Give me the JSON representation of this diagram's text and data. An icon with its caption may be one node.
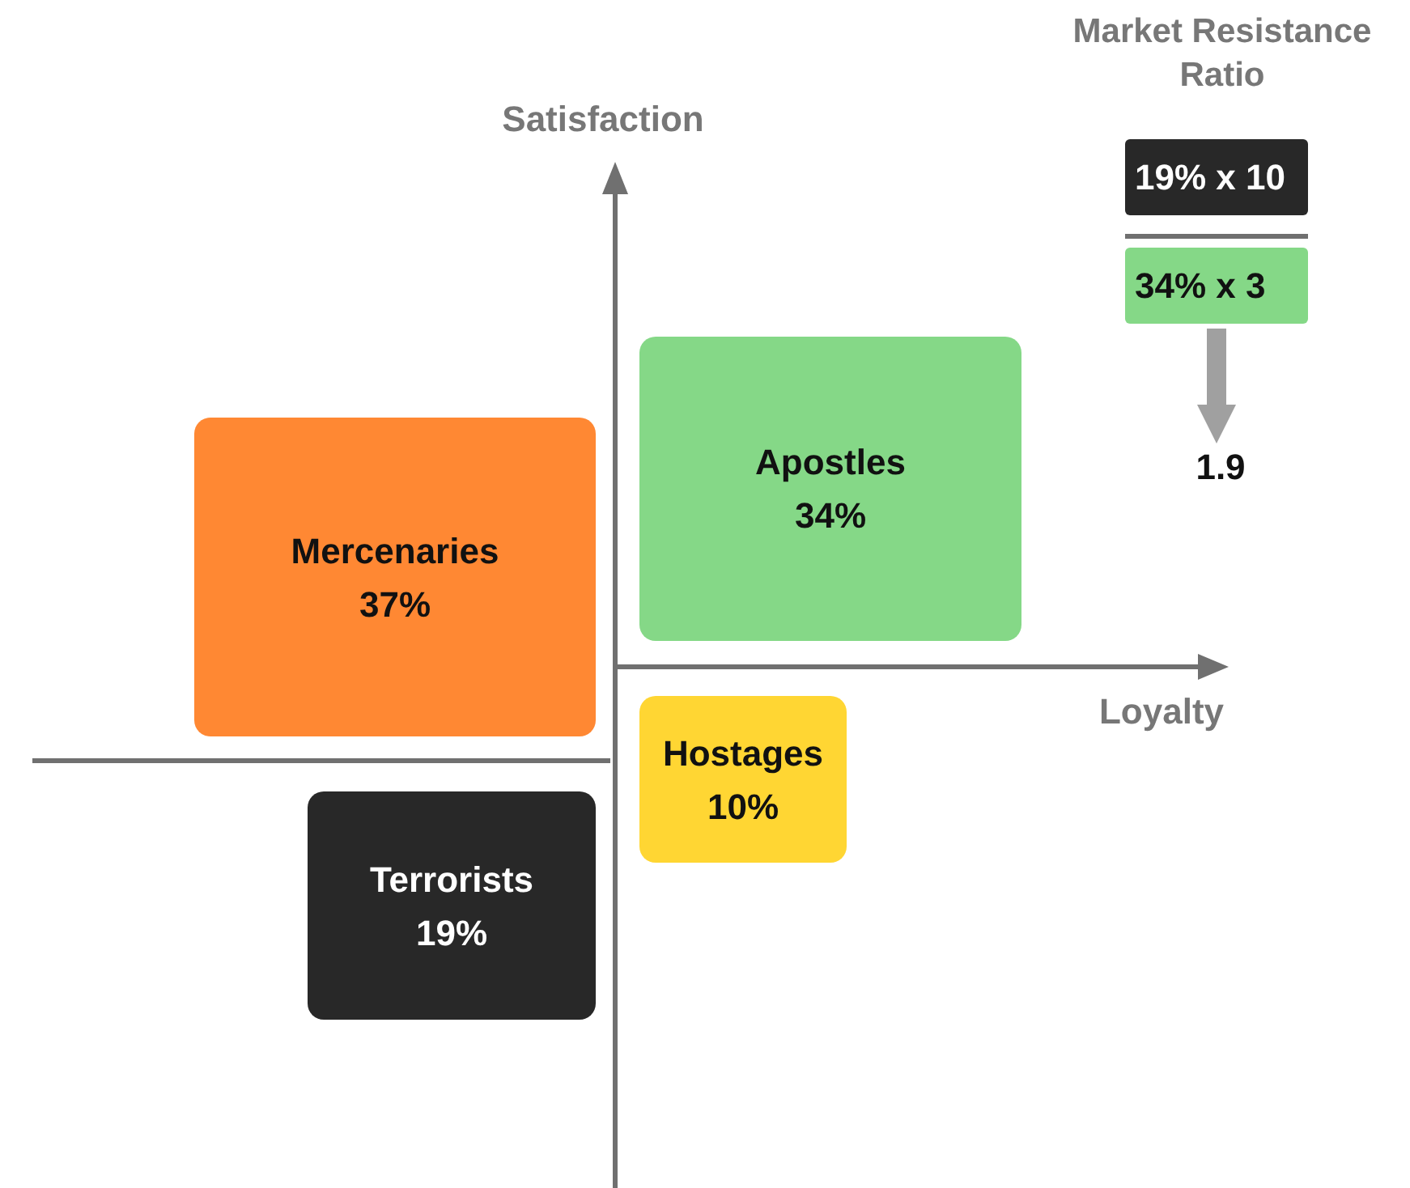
{
  "diagram": {
    "nodes": [
      {
        "text": [
          "Apostles",
          "34%"
        ]
      },
      {
        "text": [
          "Mercenaries",
          "37%"
        ]
      },
      {
        "text": [
          "Hostages",
          "10%"
        ]
      },
      {
        "text": [
          "Terrorists",
          "19%"
        ]
      },
      {
        "text": [
          "19% x 10"
        ]
      },
      {
        "text": [
          "34% x 3"
        ]
      },
      {
        "text": [
          "1.9"
        ]
      }
    ],
    "edges": [
      {
        "from": 5,
        "to": 6,
        "arrow": "to"
      }
    ],
    "labels": [
      "Market Resistance Ratio",
      "Satisfaction",
      "Loyalty"
    ]
  }
}
